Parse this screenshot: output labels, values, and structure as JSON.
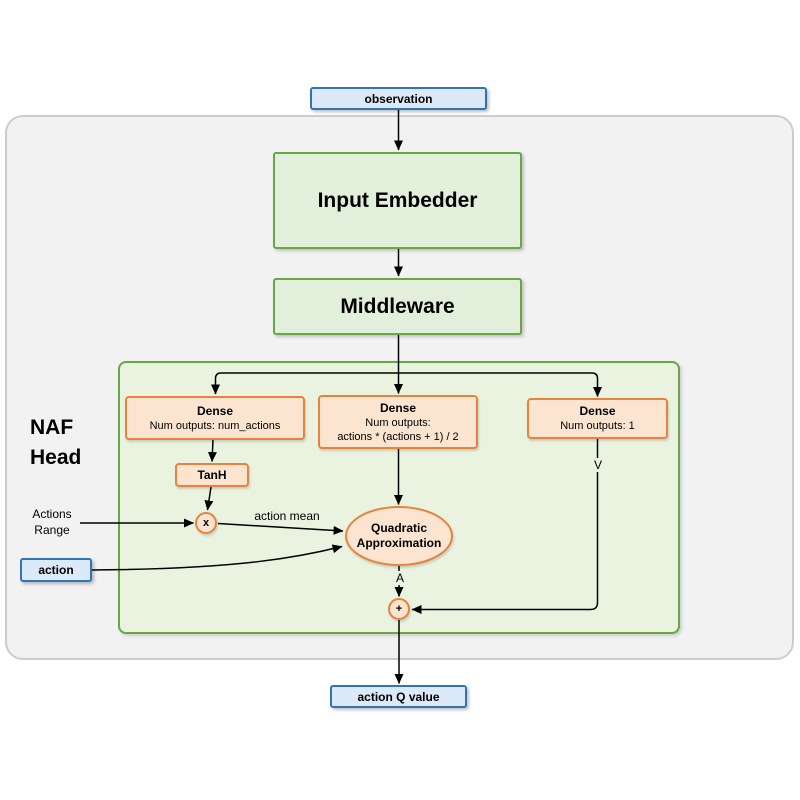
{
  "colors": {
    "blue_fill": "#dce9f8",
    "blue_border": "#2e75b6",
    "green_fill": "#e2efda",
    "green_border": "#66a944",
    "naf_container_fill": "#e9f3e0",
    "orange_fill": "#fce5d0",
    "orange_border": "#e8823c",
    "gray_fill": "#f2f2f2",
    "gray_border": "#cccccc",
    "edge_color": "#000000"
  },
  "nodes": {
    "observation": "observation",
    "input_embedder": "Input Embedder",
    "middleware": "Middleware",
    "naf_head": {
      "line1": "NAF",
      "line2": "Head"
    },
    "dense_actions": {
      "title": "Dense",
      "sub": "Num outputs: num_actions"
    },
    "dense_quadratic": {
      "title": "Dense",
      "sub1": "Num outputs:",
      "sub2": "actions * (actions + 1) / 2"
    },
    "dense_value": {
      "title": "Dense",
      "sub": "Num outputs: 1"
    },
    "tanh": "TanH",
    "multiply": "x",
    "add": "+",
    "quadratic": {
      "line1": "Quadratic",
      "line2": "Approximation"
    },
    "actions_range": {
      "line1": "Actions",
      "line2": "Range"
    },
    "action": "action",
    "action_q_value": "action Q value"
  },
  "edge_labels": {
    "action_mean": "action mean",
    "advantage": "A",
    "value": "V"
  }
}
